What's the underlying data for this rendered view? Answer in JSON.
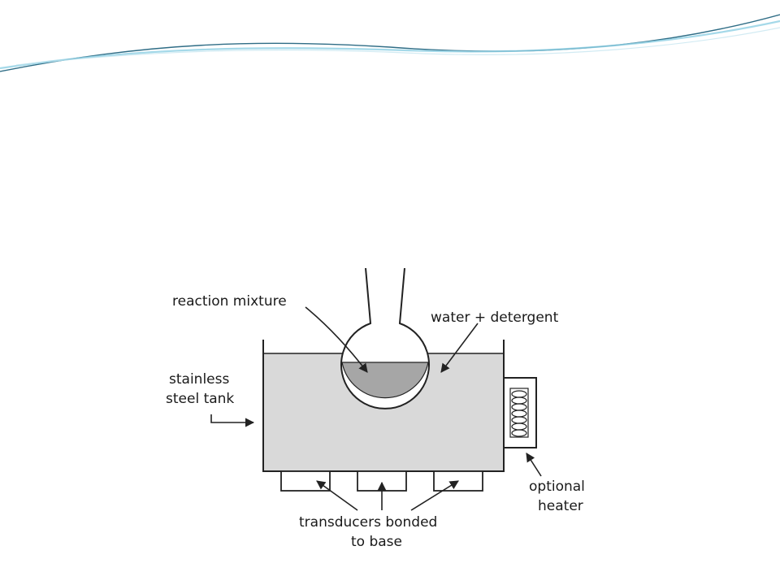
{
  "slide": {
    "accent_colors": {
      "wave_dark": "#2f6d86",
      "wave_light": "#8fd0e4"
    }
  },
  "diagram": {
    "labels": {
      "reaction_mixture": "reaction mixture",
      "water_detergent": "water + detergent",
      "tank_line1": "stainless",
      "tank_line2": "steel tank",
      "heater_line1": "optional",
      "heater_line2": "heater",
      "transducers_line1": "transducers bonded",
      "transducers_line2": "to base"
    },
    "colors": {
      "water": "#d9d9d9",
      "reaction_liquid": "#a6a6a6",
      "outline": "#222222"
    }
  }
}
